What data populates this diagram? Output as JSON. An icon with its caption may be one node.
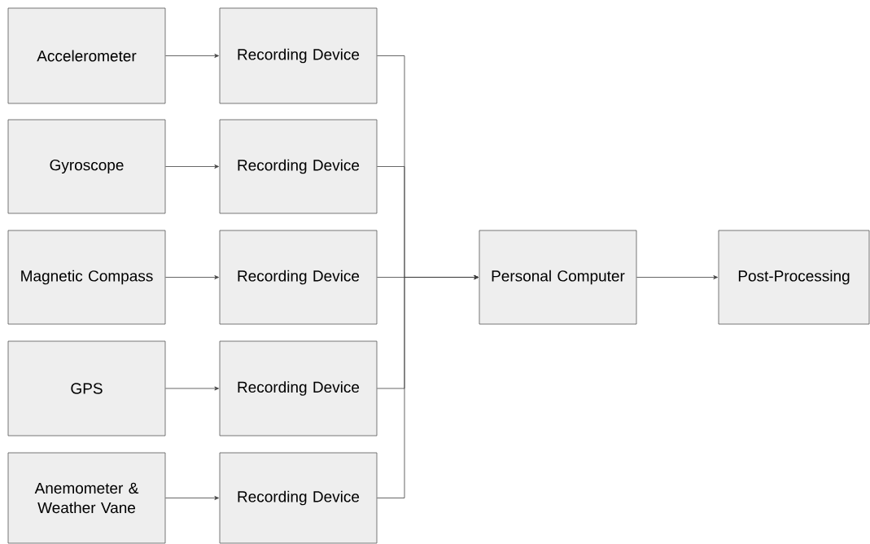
{
  "diagram": {
    "nodes": [
      {
        "text": [
          "Accelerometer"
        ]
      },
      {
        "text": [
          "Recording Device"
        ]
      },
      {
        "text": [
          "Gyroscope"
        ]
      },
      {
        "text": [
          "Recording Device"
        ]
      },
      {
        "text": [
          "Magnetic Compass"
        ]
      },
      {
        "text": [
          "Recording Device"
        ]
      },
      {
        "text": [
          "GPS"
        ]
      },
      {
        "text": [
          "Recording Device"
        ]
      },
      {
        "text": [
          "Anemometer & Weather Vane"
        ]
      },
      {
        "text": [
          "Recording Device"
        ]
      },
      {
        "text": [
          "Personal Computer"
        ]
      },
      {
        "text": [
          "Post-Processing"
        ]
      }
    ],
    "edges": [
      {
        "from": 0,
        "to": 1,
        "arrow": "to"
      },
      {
        "from": 2,
        "to": 3,
        "arrow": "to"
      },
      {
        "from": 4,
        "to": 5,
        "arrow": "to"
      },
      {
        "from": 6,
        "to": 7,
        "arrow": "to"
      },
      {
        "from": 8,
        "to": 9,
        "arrow": "to"
      },
      {
        "from": 1,
        "to": 10,
        "arrow": "to"
      },
      {
        "from": 3,
        "to": 10,
        "arrow": "to"
      },
      {
        "from": 5,
        "to": 10,
        "arrow": "to"
      },
      {
        "from": 7,
        "to": 10,
        "arrow": "to"
      },
      {
        "from": 9,
        "to": 10,
        "arrow": "to"
      },
      {
        "from": 10,
        "to": 11,
        "arrow": "to"
      }
    ]
  }
}
